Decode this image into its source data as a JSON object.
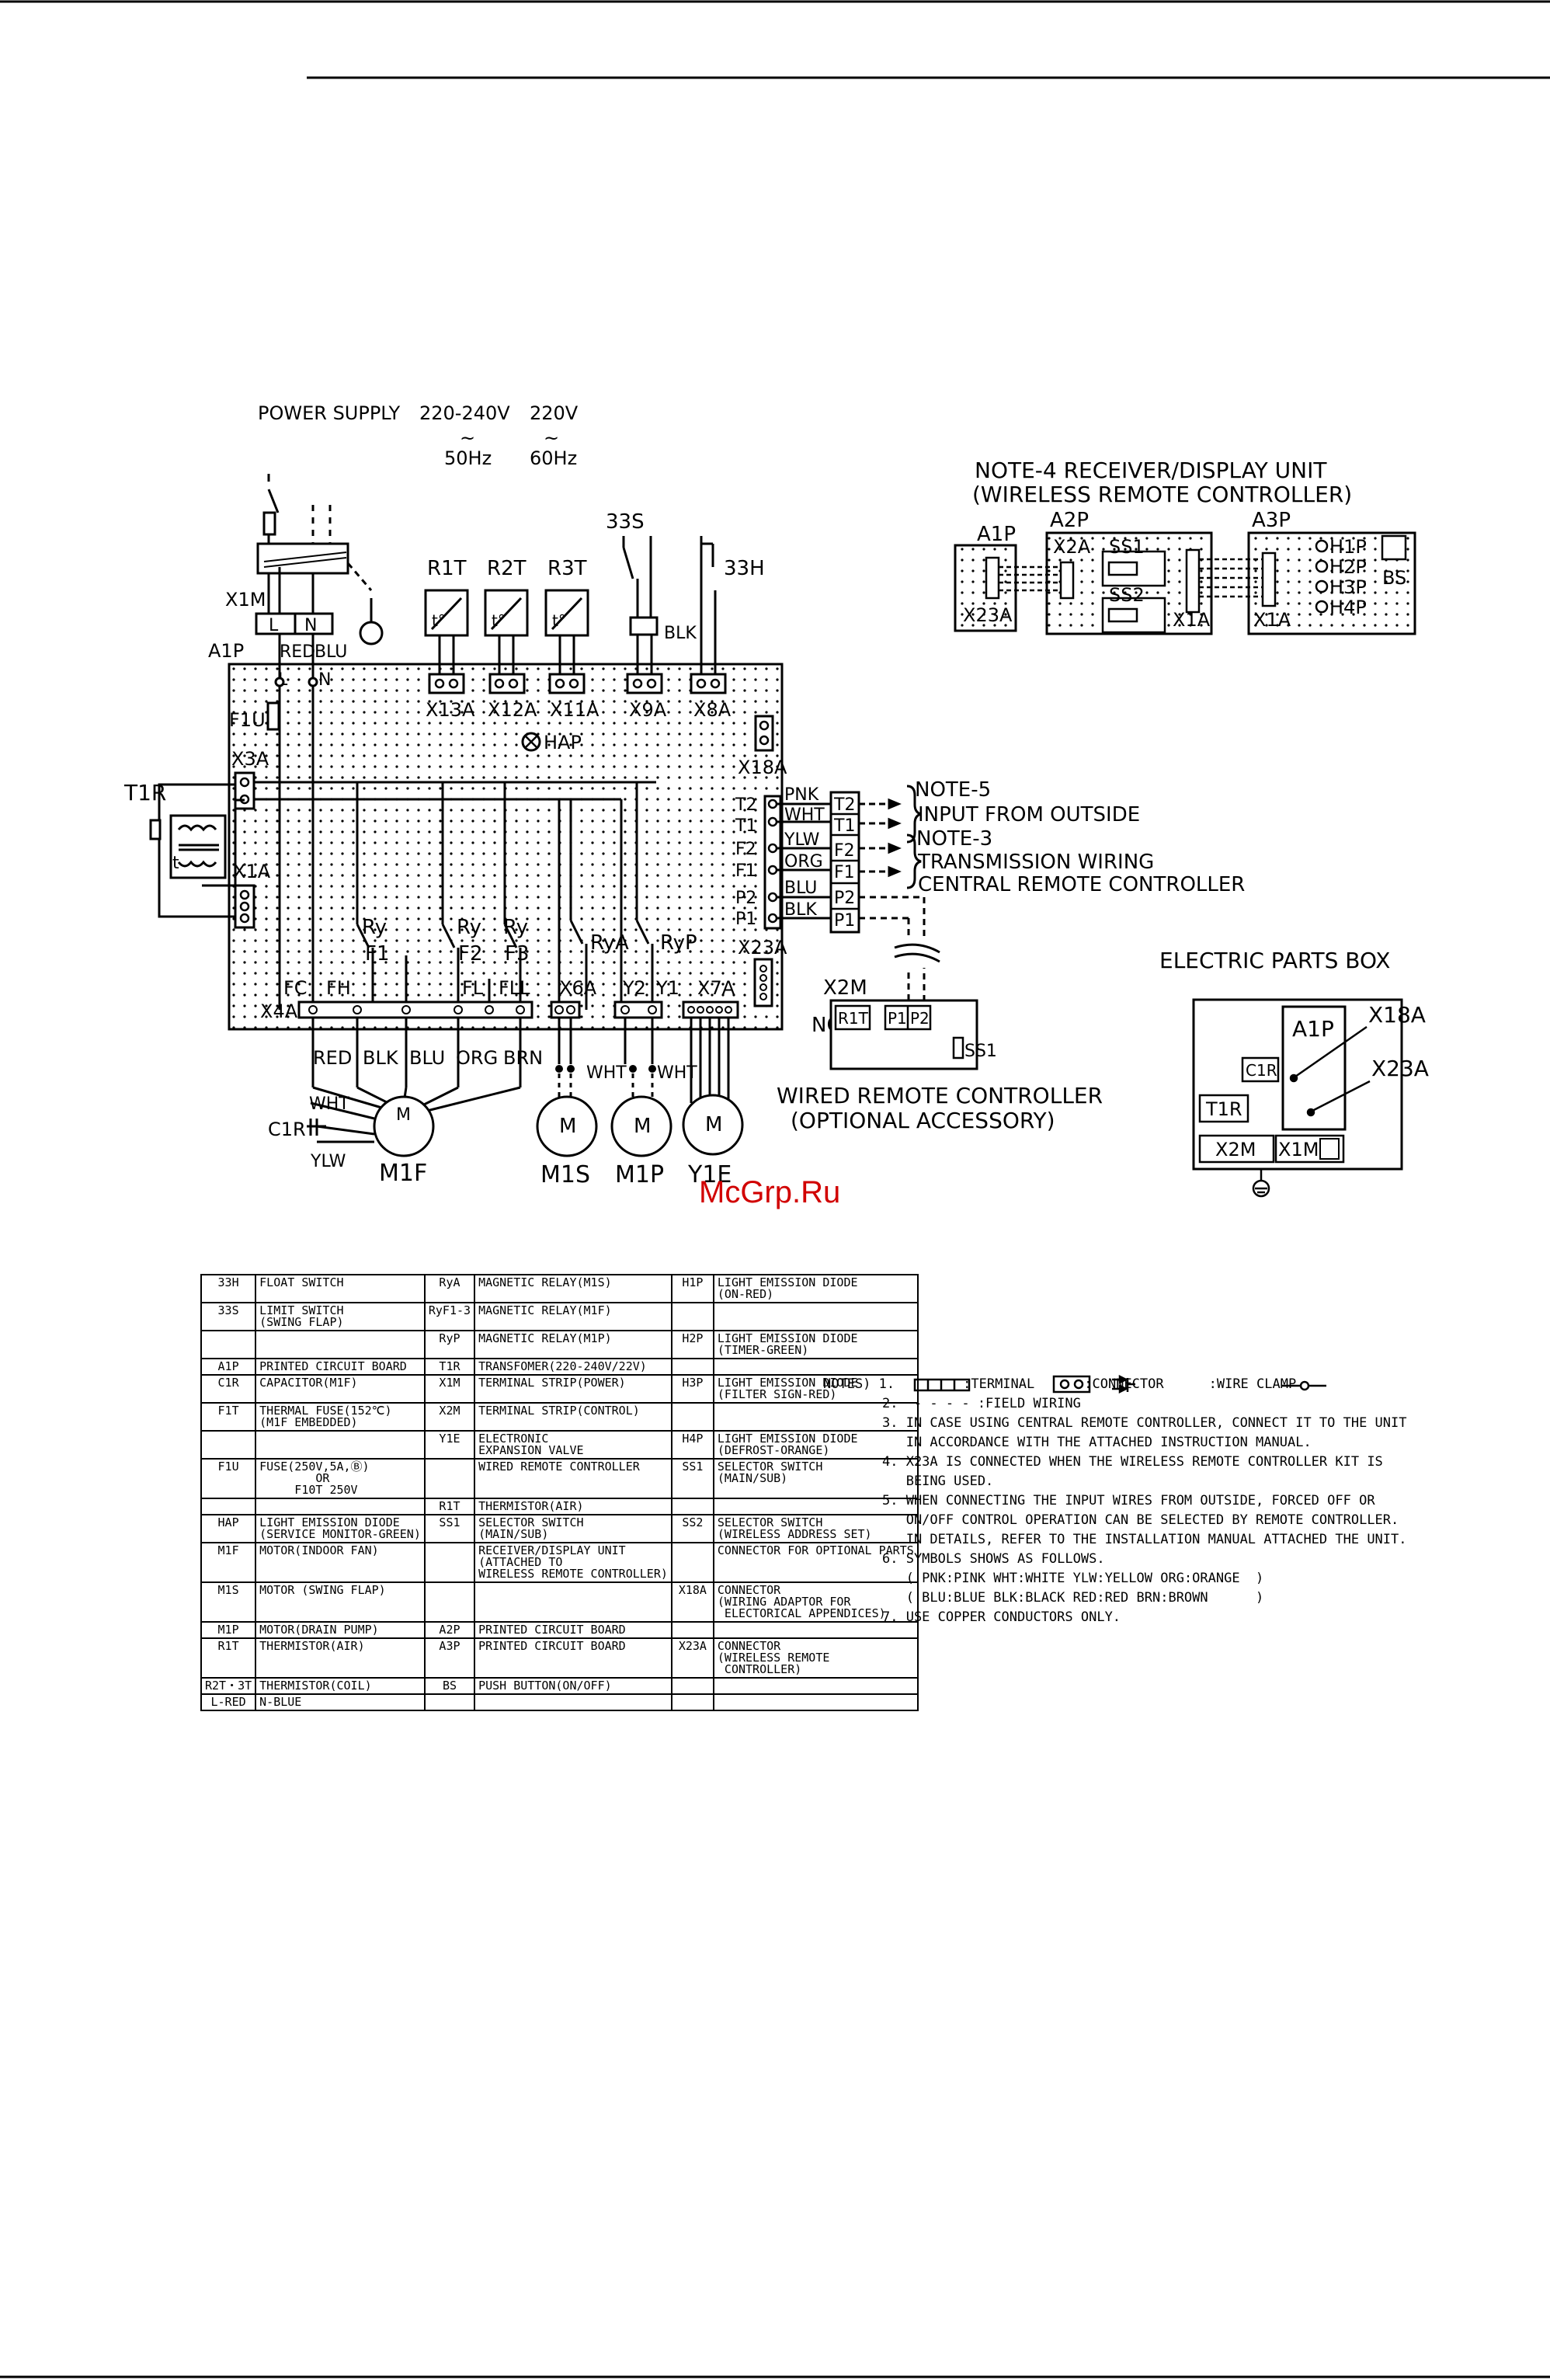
{
  "supply": {
    "power_supply": "POWER SUPPLY",
    "v1": "220-240V",
    "v2": "220V",
    "tilde": "~",
    "f1": "50Hz",
    "f2": "60Hz"
  },
  "labels": {
    "x1m": "X1M",
    "a1p": "A1P",
    "l": "L",
    "n": "N",
    "red": "RED",
    "blu": "BLU",
    "l_dot": "L",
    "n_dot": "N",
    "f1u": "F1U",
    "x3a": "X3A",
    "t1r": "T1R",
    "t": "t",
    "x1a": "X1A",
    "r1t": "R1T",
    "r2t": "R2T",
    "r3t": "R3T",
    "tdeg": "t°",
    "x13a": "X13A",
    "x12a": "X12A",
    "x11a": "X11A",
    "s33": "33S",
    "h33": "33H",
    "blk": "BLK",
    "x9a": "X9A",
    "x8a": "X8A",
    "hap": "HAP",
    "x18a": "X18A",
    "t2": "T2",
    "t1": "T1",
    "f2": "F2",
    "f1": "F1",
    "p2": "P2",
    "p1": "P1",
    "x23a": "X23A",
    "pnk": "PNK",
    "wht": "WHT",
    "ylw": "YLW",
    "org": "ORG",
    "blu2": "BLU",
    "blk2": "BLK",
    "note5": "NOTE-5",
    "input_outside": "INPUT FROM OUTSIDE",
    "note3": "NOTE-3",
    "transmission": "TRANSMISSION WIRING",
    "central": "CENTRAL REMOTE CONTROLLER",
    "x2m": "X2M",
    "note4": "NOTE-4",
    "ry": "Ry",
    "ryf1": "F1",
    "ryf2": "F2",
    "ryf3": "F3",
    "rya": "RyA",
    "ryp": "RyP",
    "fc": "FC",
    "fh": "FH",
    "fl": "FL",
    "fll": "FLL",
    "x6a": "X6A",
    "y2": "Y2",
    "y1": "Y1",
    "x7a": "X7A",
    "x4a": "X4A",
    "c_red": "RED",
    "c_blk": "BLK",
    "c_blu": "BLU",
    "c_org": "ORG",
    "c_brn": "BRN",
    "c_wht": "WHT",
    "c1r": "C1R",
    "c_ylw": "YLW",
    "m": "M",
    "m1f": "M1F",
    "m1s": "M1S",
    "m1p": "M1P",
    "y1e": "Y1E",
    "r1t_w": "R1T",
    "p1_w": "P1",
    "p2_w": "P2",
    "ss1_w": "SS1",
    "wired_rc": "WIRED REMOTE CONTROLLER",
    "optional": "(OPTIONAL ACCESSORY)"
  },
  "receiver": {
    "title1": "NOTE-4  RECEIVER/DISPLAY UNIT",
    "title2": "(WIRELESS REMOTE CONTROLLER)",
    "a1p": "A1P",
    "a2p": "A2P",
    "a3p": "A3P",
    "x2a": "X2A",
    "ss1": "SS1",
    "ss2": "SS2",
    "x23a": "X23A",
    "x1a": "X1A",
    "x1a2": "X1A",
    "h1p": "H1P",
    "h2p": "H2P",
    "h3p": "H3P",
    "h4p": "H4P",
    "bs": "BS"
  },
  "box": {
    "title": "ELECTRIC PARTS BOX",
    "a1p": "A1P",
    "x18a": "X18A",
    "x23a": "X23A",
    "c1r": "C1R",
    "t1r": "T1R",
    "x2m": "X2M",
    "x1m": "X1M"
  },
  "watermark": "McGrp.Ru",
  "legend": [
    [
      [
        "33H",
        "FLOAT SWITCH"
      ],
      [
        "RyA",
        "MAGNETIC RELAY(M1S)"
      ],
      [
        "H1P",
        "LIGHT EMISSION DIODE\n(ON-RED)"
      ]
    ],
    [
      [
        "33S",
        "LIMIT SWITCH\n(SWING FLAP)"
      ],
      [
        "RyF1-3",
        "MAGNETIC RELAY(M1F)"
      ],
      [
        "",
        ""
      ]
    ],
    [
      [
        "",
        ""
      ],
      [
        "RyP",
        "MAGNETIC RELAY(M1P)"
      ],
      [
        "H2P",
        "LIGHT EMISSION DIODE\n(TIMER-GREEN)"
      ]
    ],
    [
      [
        "A1P",
        "PRINTED CIRCUIT BOARD"
      ],
      [
        "T1R",
        "TRANSFOMER(220-240V/22V)"
      ],
      [
        "",
        ""
      ]
    ],
    [
      [
        "C1R",
        "CAPACITOR(M1F)"
      ],
      [
        "X1M",
        "TERMINAL STRIP(POWER)"
      ],
      [
        "H3P",
        "LIGHT EMISSION DIODE\n(FILTER SIGN-RED)"
      ]
    ],
    [
      [
        "F1T",
        "THERMAL FUSE(152℃)\n(M1F EMBEDDED)"
      ],
      [
        "X2M",
        "TERMINAL STRIP(CONTROL)"
      ],
      [
        "",
        ""
      ]
    ],
    [
      [
        "",
        ""
      ],
      [
        "Y1E",
        "ELECTRONIC\nEXPANSION VALVE"
      ],
      [
        "H4P",
        "LIGHT EMISSION DIODE\n(DEFROST-ORANGE)"
      ]
    ],
    [
      [
        "F1U",
        "FUSE(250V,5A,Ⓑ)\n        OR\n     F10T 250V"
      ],
      [
        "",
        "WIRED REMOTE CONTROLLER"
      ],
      [
        "SS1",
        "SELECTOR SWITCH\n(MAIN/SUB)"
      ]
    ],
    [
      [
        "",
        ""
      ],
      [
        "R1T",
        "THERMISTOR(AIR)"
      ],
      [
        "",
        ""
      ]
    ],
    [
      [
        "HAP",
        "LIGHT EMISSION DIODE\n(SERVICE MONITOR-GREEN)"
      ],
      [
        "SS1",
        "SELECTOR SWITCH\n(MAIN/SUB)"
      ],
      [
        "SS2",
        "SELECTOR SWITCH\n(WIRELESS ADDRESS SET)"
      ]
    ],
    [
      [
        "M1F",
        "MOTOR(INDOOR FAN)"
      ],
      [
        "",
        "RECEIVER/DISPLAY UNIT\n(ATTACHED TO\nWIRELESS REMOTE CONTROLLER)"
      ],
      [
        "",
        "CONNECTOR FOR OPTIONAL PARTS"
      ]
    ],
    [
      [
        "M1S",
        "MOTOR (SWING FLAP)"
      ],
      [
        "",
        ""
      ],
      [
        "X18A",
        "CONNECTOR\n(WIRING ADAPTOR FOR\n ELECTORICAL APPENDICES)"
      ]
    ],
    [
      [
        "M1P",
        "MOTOR(DRAIN PUMP)"
      ],
      [
        "A2P",
        "PRINTED CIRCUIT BOARD"
      ],
      [
        "",
        ""
      ]
    ],
    [
      [
        "R1T",
        "THERMISTOR(AIR)"
      ],
      [
        "A3P",
        "PRINTED CIRCUIT BOARD"
      ],
      [
        "X23A",
        "CONNECTOR\n(WIRELESS REMOTE\n CONTROLLER)"
      ]
    ],
    [
      [
        "R2T・3T",
        "THERMISTOR(COIL)"
      ],
      [
        "BS",
        "PUSH BUTTON(ON/OFF)"
      ],
      [
        "",
        ""
      ]
    ],
    [
      [
        "L-RED",
        "N-BLUE"
      ],
      [
        "",
        ""
      ],
      [
        "",
        ""
      ]
    ]
  ],
  "notes": {
    "n1_prefix": "NOTES) 1.",
    "n1_terminal": ":TERMINAL",
    "n1_connector": ":CONNECTOR",
    "n1_clamp": ":WIRE CLAMP",
    "n2": "2.  - - - - :FIELD WIRING",
    "n3a": "3. IN CASE USING CENTRAL REMOTE CONTROLLER, CONNECT IT TO THE UNIT",
    "n3b": "   IN ACCORDANCE WITH THE ATTACHED INSTRUCTION MANUAL.",
    "n4a": "4. X23A IS CONNECTED WHEN THE WIRELESS REMOTE CONTROLLER KIT IS",
    "n4b": "   BEING USED.",
    "n5a": "5. WHEN CONNECTING THE INPUT WIRES FROM OUTSIDE, FORCED OFF OR",
    "n5b": "   ON/OFF CONTROL OPERATION CAN BE SELECTED BY REMOTE CONTROLLER.",
    "n5c": "   IN DETAILS, REFER TO THE INSTALLATION MANUAL ATTACHED THE UNIT.",
    "n6": "6. SYMBOLS SHOWS AS FOLLOWS.",
    "n6a": "   ( PNK:PINK WHT:WHITE YLW:YELLOW ORG:ORANGE  )",
    "n6b": "   ( BLU:BLUE BLK:BLACK RED:RED BRN:BROWN      )",
    "n7": "7. USE COPPER CONDUCTORS ONLY."
  }
}
